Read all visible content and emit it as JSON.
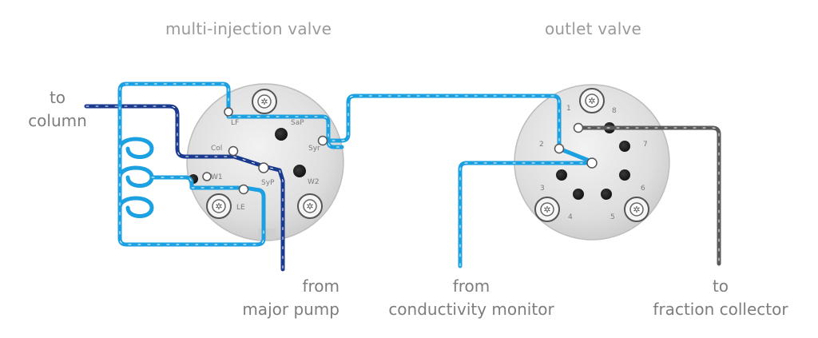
{
  "titles": {
    "left_valve": "multi-injection valve",
    "right_valve": "outlet valve"
  },
  "labels": {
    "to_column": [
      "to",
      "column"
    ],
    "from_major_pump": [
      "from",
      "major pump"
    ],
    "from_conductivity_monitor": [
      "from",
      "conductivity monitor"
    ],
    "to_fraction_collector": [
      "to",
      "fraction collector"
    ]
  },
  "left_ports": {
    "lf": "LF",
    "sap": "SaP",
    "col": "Col",
    "syr": "Syr",
    "w1": "W1",
    "syp": "SyP",
    "w2": "W2",
    "le": "LE"
  },
  "right_ports": {
    "p1": "1",
    "p2": "2",
    "p3": "3",
    "p4": "4",
    "p5": "5",
    "p6": "6",
    "p7": "7",
    "p8": "8"
  },
  "colors": {
    "light_blue": "#1ba0e2",
    "dark_blue": "#1a3a8f",
    "gray_line": "#5a5a5a",
    "valve_fill": "#dddddd"
  }
}
